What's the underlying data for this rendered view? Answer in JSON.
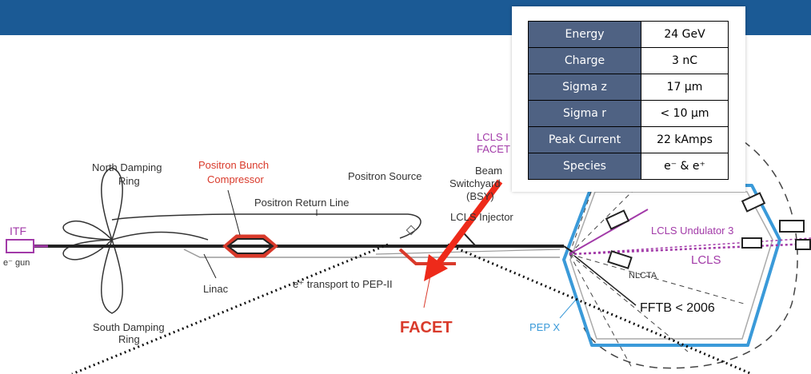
{
  "specs": [
    {
      "label": "Energy",
      "value": "24 GeV"
    },
    {
      "label": "Charge",
      "value": "3 nC"
    },
    {
      "label": "Sigma z",
      "value": "17 µm"
    },
    {
      "label": "Sigma r",
      "value": "< 10 µm"
    },
    {
      "label": "Peak Current",
      "value": "22 kAmps"
    },
    {
      "label": "Species",
      "value": "e⁻ & e⁺"
    }
  ],
  "labels": {
    "north_damping_1": "North Damping",
    "north_damping_2": "Ring",
    "positron_bunch_1": "Positron Bunch",
    "positron_bunch_2": "Compressor",
    "positron_source": "Positron Source",
    "positron_return": "Positron Return Line",
    "beam_switch_1": "Beam",
    "beam_switch_2": "Switchyard",
    "beam_switch_3": "(BSY)",
    "lcls_injector": "LCLS Injector",
    "lcls_facet_1": "LCLS I",
    "lcls_facet_2": "FACET",
    "itf": "ITF",
    "egun": "e⁻ gun",
    "linac": "Linac",
    "eplus_transport": "e⁺ transport to PEP-II",
    "south_damping_1": "South Damping",
    "south_damping_2": "Ring",
    "facet": "FACET",
    "pepx": "PEP X",
    "fftb": "FFTB < 2006",
    "nlcta": "NLCTA",
    "lcls_undulator": "LCLS Undulator 3",
    "lcls": "LCLS"
  },
  "colors": {
    "banner": "#1b5a95",
    "red": "#d93a2b",
    "magenta": "#a23aa8",
    "blue": "#3a9ad9",
    "table_header": "#4f6283"
  }
}
